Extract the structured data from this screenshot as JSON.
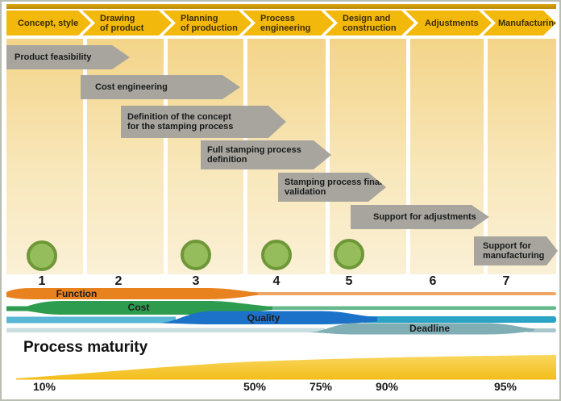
{
  "header": {
    "chevron_color": "#F2B80C",
    "phases": [
      {
        "label": "Concept, style"
      },
      {
        "label": "Drawing\nof product"
      },
      {
        "label": "Planning\nof production"
      },
      {
        "label": "Process\nengineering"
      },
      {
        "label": "Design and\nconstruction"
      },
      {
        "label": "Adjustments"
      },
      {
        "label": "Manufacturing"
      }
    ]
  },
  "activities": [
    {
      "label": "Product feasibility"
    },
    {
      "label": "Cost engineering"
    },
    {
      "label": "Definition of the concept\nfor the stamping process"
    },
    {
      "label": "Full stamping process\ndefinition"
    },
    {
      "label": "Stamping process final\nvalidation"
    },
    {
      "label": "Support for adjustments"
    },
    {
      "label": "Support for\nmanufacturing"
    }
  ],
  "activity_bar_color": "#A7A59E",
  "timeline": {
    "stages": [
      "1",
      "2",
      "3",
      "4",
      "5",
      "6",
      "7"
    ],
    "milestone_stages": [
      1,
      3,
      4,
      5
    ],
    "milestone_color": "#96BD5B"
  },
  "bands": {
    "function": {
      "label": "Function",
      "color": "#E8821E",
      "thin_color": "#F0A765"
    },
    "cost": {
      "label": "Cost",
      "color": "#2E9C4F",
      "thin_color": "#66B98C"
    },
    "quality": {
      "label": "Quality",
      "color": "#1C72C8",
      "lead_color": "#5AB7D5",
      "tail_color": "#2BA3C4"
    },
    "deadline": {
      "label": "Deadline",
      "color": "#7FAEB5",
      "thin_color": "#CADEE2"
    }
  },
  "maturity": {
    "title": "Process maturity",
    "wedge_color": "#F5C22B",
    "percents": [
      "10%",
      "50%",
      "75%",
      "90%",
      "95%"
    ]
  }
}
